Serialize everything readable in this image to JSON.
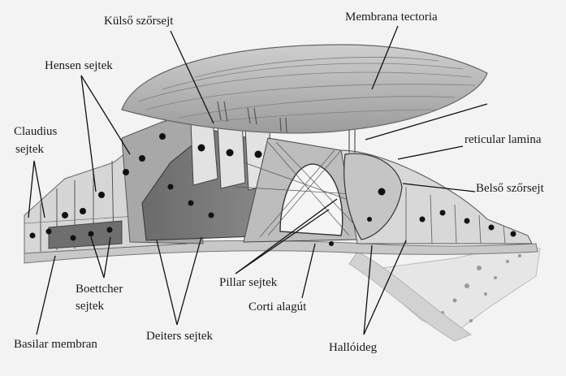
{
  "labels": {
    "kulso_szorsejt": "Külső szőrsejt",
    "membrana_tectoria": "Membrana tectoria",
    "hensen_sejtek": "Hensen sejtek",
    "claudius_line1": "Claudius",
    "claudius_line2": "sejtek",
    "reticular_lamina": "reticular lamina",
    "belso_szorsejt": "Belső szőrsejt",
    "boettcher_line1": "Boettcher",
    "boettcher_line2": "sejtek",
    "pillar_sejtek": "Pillar sejtek",
    "corti_alagut": "Corti alagút",
    "basilar_membran": "Basilar membran",
    "deiters_sejtek": "Deiters sejtek",
    "halloideg": "Hallóideg"
  },
  "colors": {
    "background": "#f3f3f3",
    "tectorial": "#b9b9b9",
    "cell_light": "#d4d4d4",
    "cell_mid": "#9a9a9a",
    "cell_dark": "#5a5a5a",
    "nucleus": "#111111"
  }
}
